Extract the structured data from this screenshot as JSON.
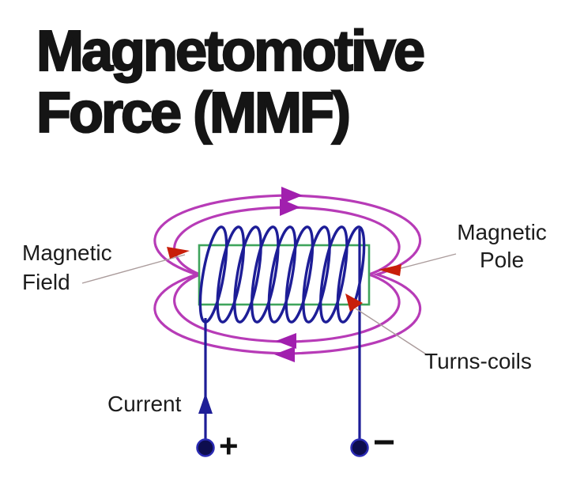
{
  "title": {
    "line1": "Magnetomotive",
    "line2": "Force (MMF)"
  },
  "diagram": {
    "labels": {
      "magnetic_field": {
        "line1": "Magnetic",
        "line2": "Field"
      },
      "magnetic_pole": {
        "line1": "Magnetic",
        "line2": "Pole"
      },
      "turns_coils": "Turns-coils",
      "current": "Current",
      "positive_terminal": "+",
      "negative_terminal": "−"
    },
    "icons": {
      "field_direction_top": "right-arrowhead-icon",
      "field_direction_bottom": "left-arrowhead-icon",
      "current_direction": "up-arrowhead-icon",
      "pointers": "red-pointer-arrow-icon"
    }
  },
  "colors": {
    "background": "#ffffff",
    "title_text": "#151515",
    "label_text": "#1c1c1c",
    "field_line": "#b73bb7",
    "field_arrow": "#a11fae",
    "coil_wire": "#1d1d97",
    "core_outline": "#3fa45c",
    "pointer_arrow": "#c81e0a",
    "leader_line": "#ab9c9c",
    "terminal_fill": "#0d0d4e",
    "terminal_ring": "#2b2bb4"
  }
}
